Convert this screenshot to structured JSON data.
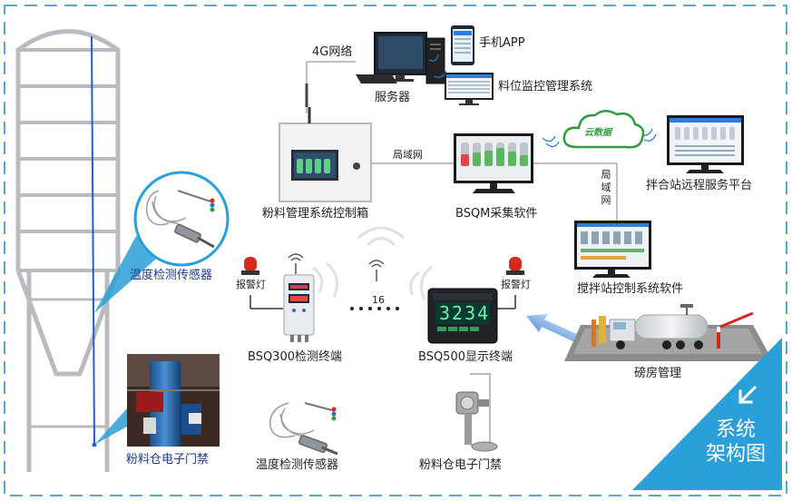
{
  "labels": {
    "network_4g": "4G网络",
    "server": "服务器",
    "mobile_app": "手机APP",
    "level_monitor_system": "料位监控管理系统",
    "cloud": "云数据",
    "lan_1": "局域网",
    "lan_2": "局域网",
    "control_box": "粉料管理系统控制箱",
    "bsqm_software": "BSQM采集软件",
    "remote_service_platform": "拌合站远程服务平台",
    "mixing_control_software": "搅拌站控制系统软件",
    "temp_sensor_left": "温度检测传感器",
    "alarm_light_left": "报警灯",
    "alarm_light_right": "报警灯",
    "terminal_count": "16",
    "bsq300_terminal": "BSQ300检测终端",
    "bsq500_terminal": "BSQ500显示终端",
    "weighbridge": "磅房管理",
    "temp_sensor_bottom": "温度检测传感器",
    "e_gate_bottom": "粉料仓电子门禁",
    "e_gate_left": "粉料仓电子门禁",
    "display_reading": "3234"
  },
  "corner_badge": {
    "line1": "系统",
    "line2": "架构图"
  },
  "colors": {
    "accent_blue": "#2a9fd8",
    "frame_dash": "#5aa7d6",
    "dark_text": "#222222",
    "label_blue": "#1e3a8a",
    "cloud_green": "#2e9e3e",
    "alarm_red": "#d42a1e"
  }
}
